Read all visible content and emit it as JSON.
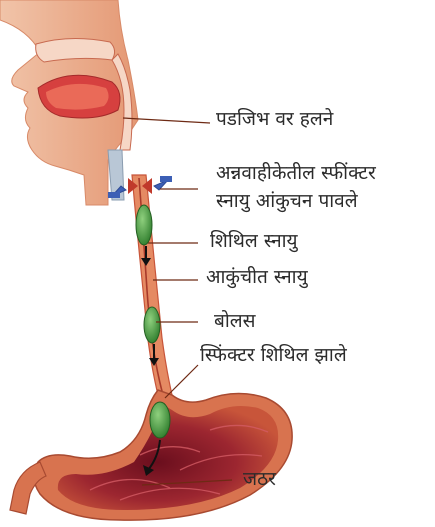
{
  "labels": {
    "soft_palate": "पडजिभ वर हलने",
    "sphincter_line1": "अन्नवाहीकेतील स्फींक्टर",
    "sphincter_line2": "स्नायु आंकुचन पावले",
    "relaxed_muscle": "शिथिल स्नायु",
    "contracted_muscle": "आकुंचीत स्नायु",
    "bolus": "बोलस",
    "sphincter_relaxed": "स्फिंक्टर शिथिल झाले",
    "stomach": "जठर"
  },
  "colors": {
    "tissue": "#e58a63",
    "tissue_dark": "#c8553a",
    "mouth": "#d6403f",
    "bolus": "#3f9a3c",
    "stomach_inner": "#8e1f2b",
    "arrow_blue": "#3c5fb5",
    "leader_line": "#6e2a14"
  }
}
